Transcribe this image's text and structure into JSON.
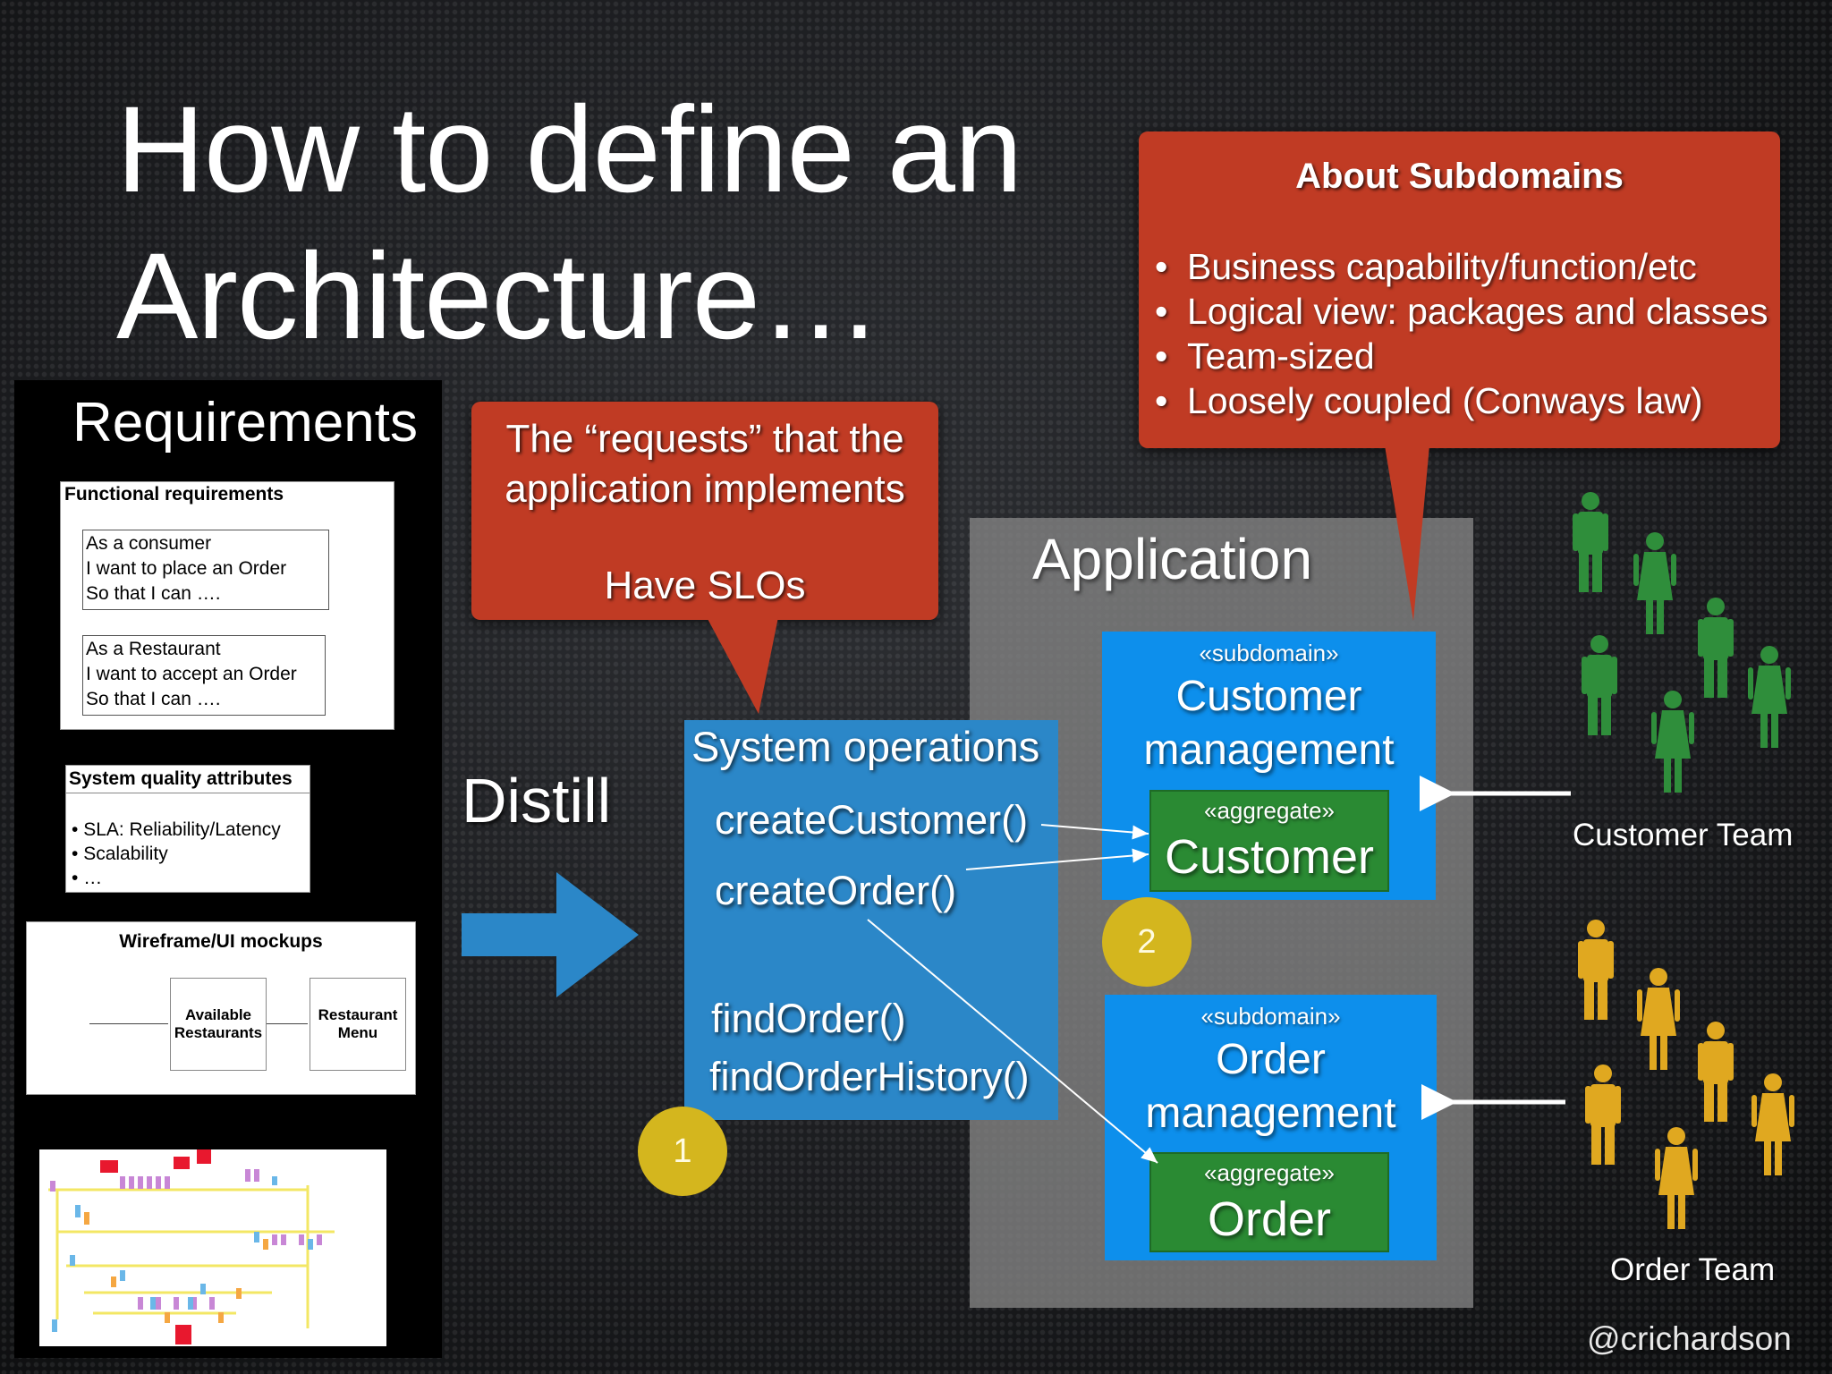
{
  "title": {
    "line1": "How to define an",
    "line2": "Architecture…"
  },
  "requirements": {
    "title": "Requirements",
    "functional": {
      "heading": "Functional requirements",
      "stories": [
        [
          "As a consumer",
          "I want to place an Order",
          "So that I can …."
        ],
        [
          "As a Restaurant",
          "I want to accept an Order",
          "So that I can …."
        ]
      ]
    },
    "quality": {
      "heading": "System quality attributes",
      "items": [
        "SLA: Reliability/Latency",
        "Scalability",
        "…"
      ]
    },
    "wireframe": {
      "heading": "Wireframe/UI mockups",
      "screens": [
        [
          "Available",
          "Restaurants"
        ],
        [
          "Restaurant",
          "Menu"
        ]
      ]
    }
  },
  "callout_requests": {
    "line1": "The “requests” that the",
    "line2": "application implements",
    "line3": "Have SLOs"
  },
  "callout_subdomains": {
    "title": "About Subdomains",
    "items": [
      "Business capability/function/etc",
      "Logical view: packages and classes",
      "Team-sized",
      "Loosely coupled (Conways law)"
    ]
  },
  "distill": "Distill",
  "application": {
    "title": "Application",
    "system_operations": {
      "title": "System operations",
      "ops": [
        "createCustomer()",
        "createOrder()",
        "findOrder()",
        "findOrderHistory()"
      ]
    },
    "subdomains": [
      {
        "stereotype": "«subdomain»",
        "name_line1": "Customer",
        "name_line2": "management",
        "aggregate_stereotype": "«aggregate»",
        "aggregate": "Customer"
      },
      {
        "stereotype": "«subdomain»",
        "name_line1": "Order",
        "name_line2": "management",
        "aggregate_stereotype": "«aggregate»",
        "aggregate": "Order"
      }
    ]
  },
  "badges": [
    "1",
    "2"
  ],
  "teams": {
    "customer": "Customer Team",
    "order": "Order Team"
  },
  "handle": "@crichardson",
  "colors": {
    "callout_red": "#c03b24",
    "sysops_blue": "#2b87c8",
    "subdomain_blue": "#0d8fec",
    "aggregate_green": "#2a8a33",
    "badge_yellow": "#d4b61e",
    "customer_team_green": "#2f8e3b",
    "order_team_yellow": "#e0a820"
  }
}
